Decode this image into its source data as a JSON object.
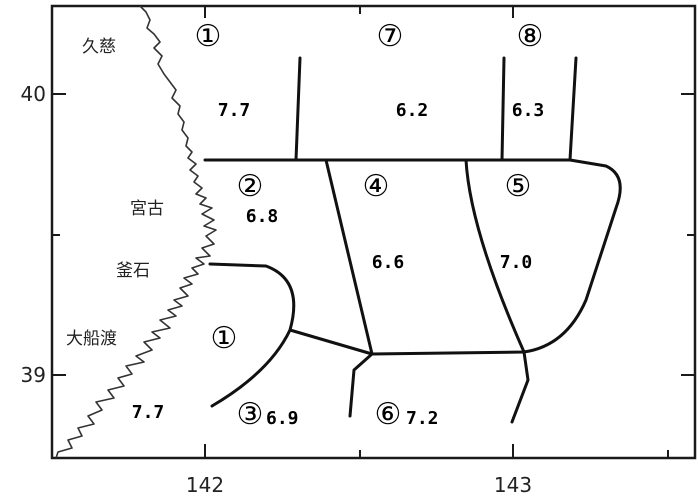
{
  "axes": {
    "x_ticks": [
      "142",
      "143"
    ],
    "y_ticks": [
      "40",
      "39"
    ]
  },
  "places": [
    "久慈",
    "宮古",
    "釜石",
    "大船渡"
  ],
  "zones": [
    {
      "id": "①",
      "magnitude": "7.7",
      "area": "north"
    },
    {
      "id": "⑦",
      "magnitude": "6.2"
    },
    {
      "id": "⑧",
      "magnitude": "6.3"
    },
    {
      "id": "②",
      "magnitude": "6.8"
    },
    {
      "id": "④",
      "magnitude": "6.6"
    },
    {
      "id": "⑤",
      "magnitude": "7.0"
    },
    {
      "id": "①",
      "magnitude": "7.7",
      "area": "south"
    },
    {
      "id": "③",
      "magnitude": "6.9"
    },
    {
      "id": "⑥",
      "magnitude": "7.2"
    }
  ]
}
